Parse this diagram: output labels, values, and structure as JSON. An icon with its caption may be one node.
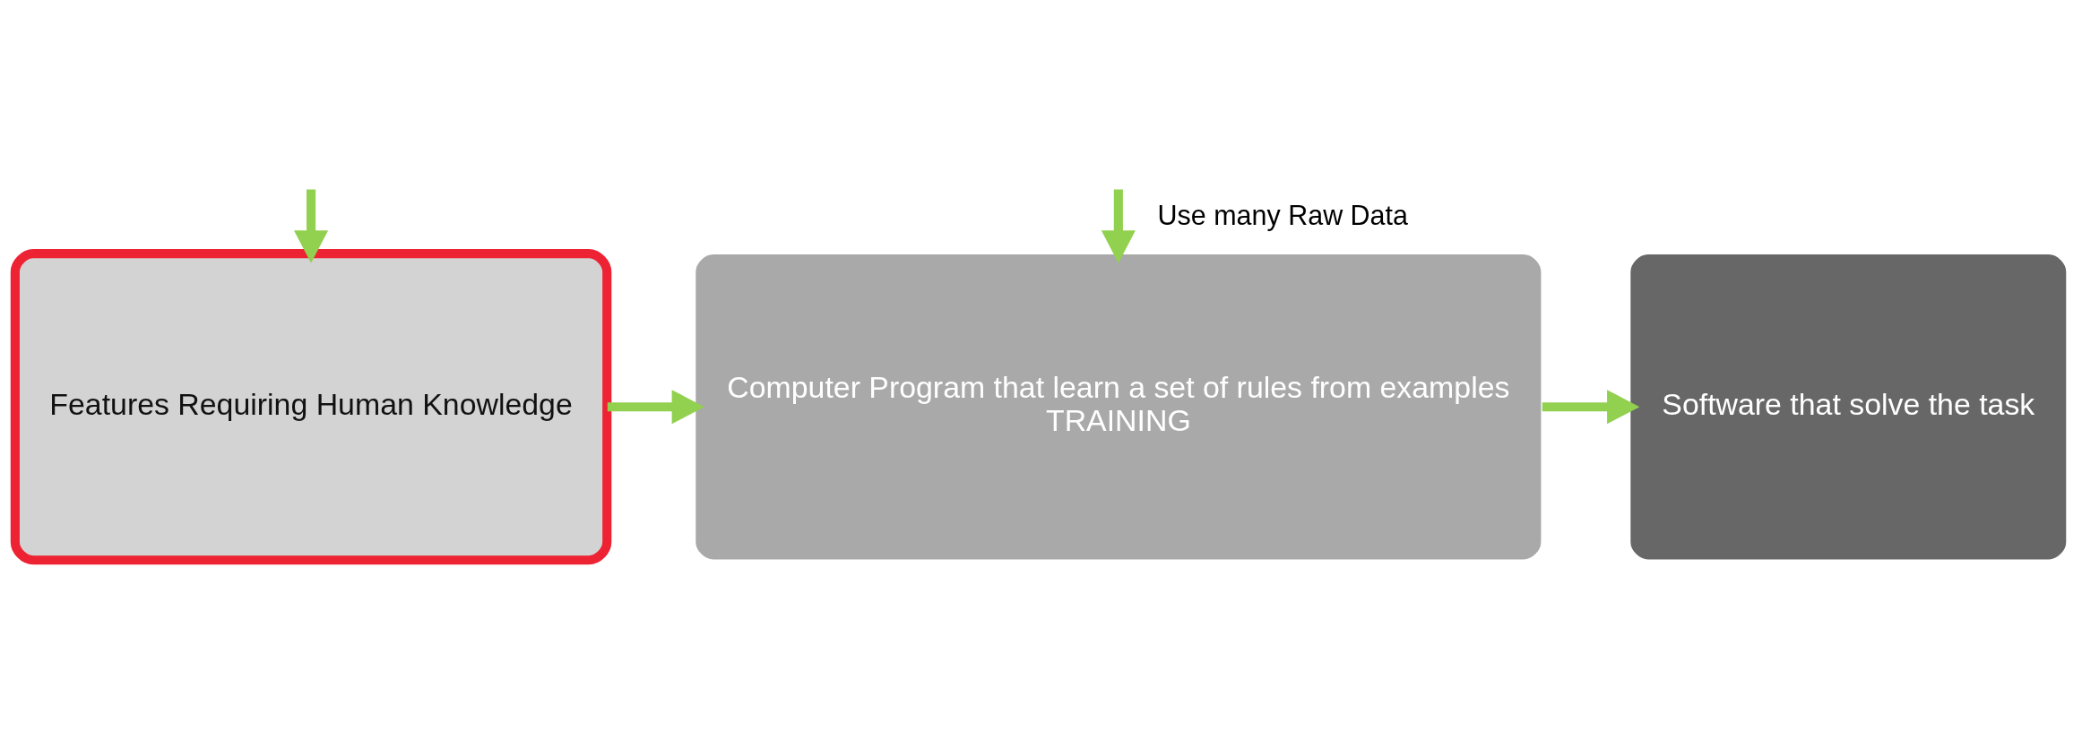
{
  "diagram": {
    "nodes": [
      {
        "text": [
          "Features Requiring Human Knowledge"
        ]
      },
      {
        "text": [
          "Computer Program that learn a set of rules from examples",
          "TRAINING"
        ]
      },
      {
        "text": [
          "Software that solve the task"
        ]
      }
    ],
    "edges": [
      {
        "from": null,
        "to": 0,
        "arrow": "to"
      },
      {
        "from": null,
        "to": 1,
        "arrow": "to",
        "label": "Use many Raw Data"
      },
      {
        "from": 0,
        "to": 1,
        "arrow": "to"
      },
      {
        "from": 1,
        "to": 2,
        "arrow": "to"
      }
    ]
  }
}
